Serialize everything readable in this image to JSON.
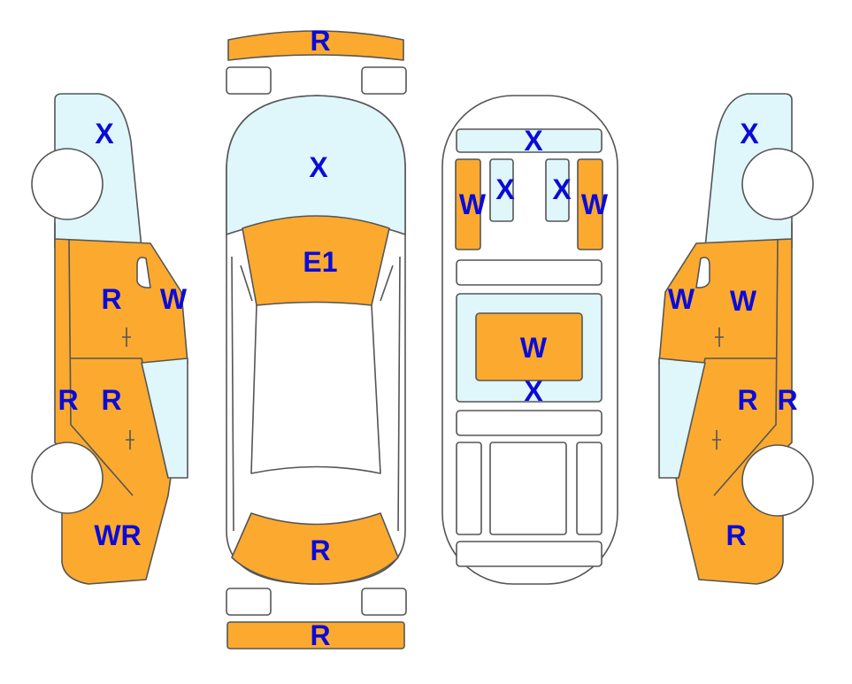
{
  "colors": {
    "damaged": "#FBAA2F",
    "glass": "#DFF6FB",
    "outline": "#555555",
    "label": "#0B0BD8"
  },
  "legend_codes": [
    "R",
    "W",
    "X",
    "E1",
    "WR"
  ],
  "views": {
    "front_view": {
      "front_bumper": "R",
      "windshield": "X",
      "hood": "E1",
      "trunk_lid": "R",
      "rear_bumper": "R"
    },
    "left_side": {
      "side_window": "X",
      "front_door": "R",
      "front_door_edge": "W",
      "rocker": "R",
      "rear_door": "R",
      "rear_quarter": "WR"
    },
    "top_interior": {
      "front_glass": "X",
      "left_pillar": "W",
      "left_inner": "X",
      "right_inner": "X",
      "right_pillar": "W",
      "roof_panel": "W",
      "roof_glass": "X"
    },
    "right_side": {
      "side_window": "X",
      "front_edge": "W",
      "front_door": "W",
      "rear_door": "R",
      "rocker": "R",
      "rear_quarter": "R"
    }
  }
}
